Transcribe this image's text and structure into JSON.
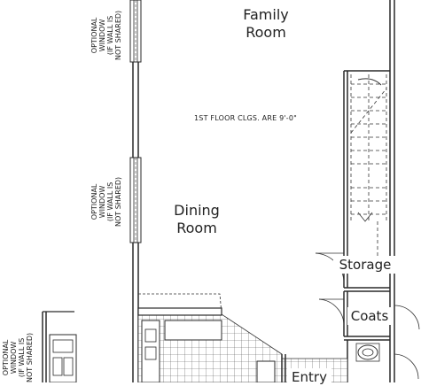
{
  "rooms": {
    "family_room": [
      "Family",
      "Room"
    ],
    "dining_room": [
      "Dining",
      "Room"
    ],
    "storage": "Storage",
    "coats": "Coats",
    "entry": "Entry"
  },
  "notes": {
    "ceiling": "1ST FLOOR CLGS. ARE 9'-0\"",
    "window_top": [
      "OPTIONAL",
      "WINDOW",
      "(IF WALL IS",
      "NOT SHARED)"
    ],
    "window_mid": [
      "OPTIONAL",
      "WINDOW",
      "(IF WALL IS",
      "NOT SHARED)"
    ],
    "window_left": [
      "OPTIONAL",
      "WINDOW",
      "(IF WALL IS",
      "NOT SHARED)"
    ]
  }
}
